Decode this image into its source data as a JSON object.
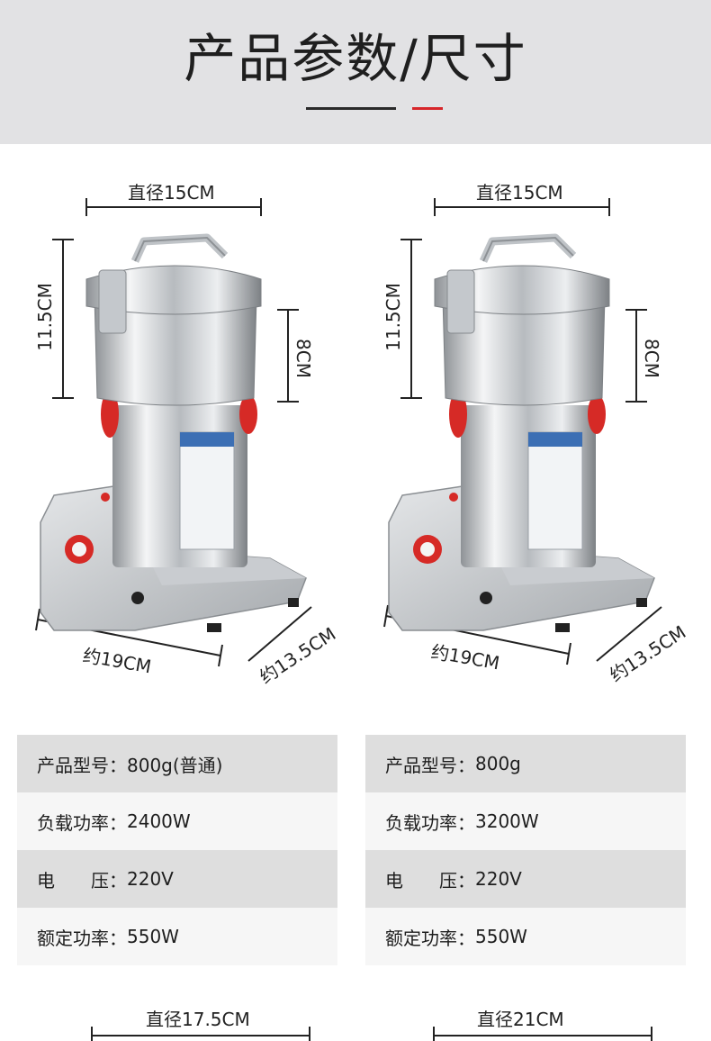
{
  "header": {
    "title": "产品参数/尺寸",
    "accent_color": "#d7262a"
  },
  "products": [
    {
      "dims": {
        "diameter": "直径15CM",
        "height": "11.5CM",
        "cup_height": "8CM",
        "width": "约19CM",
        "depth": "约13.5CM"
      },
      "specs": [
        {
          "label": "产品型号：",
          "value": "800g(普通)"
        },
        {
          "label": "负载功率：",
          "value": "2400W"
        },
        {
          "label": "电　　压：",
          "value": "220V"
        },
        {
          "label": "额定功率：",
          "value": "550W"
        }
      ]
    },
    {
      "dims": {
        "diameter": "直径15CM",
        "height": "11.5CM",
        "cup_height": "8CM",
        "width": "约19CM",
        "depth": "约13.5CM"
      },
      "specs": [
        {
          "label": "产品型号：",
          "value": "800g"
        },
        {
          "label": "负载功率：",
          "value": "3200W"
        },
        {
          "label": "电　　压：",
          "value": "220V"
        },
        {
          "label": "额定功率：",
          "value": "550W"
        }
      ]
    }
  ],
  "next_section": {
    "left_diameter": "直径17.5CM",
    "right_diameter": "直径21CM"
  }
}
